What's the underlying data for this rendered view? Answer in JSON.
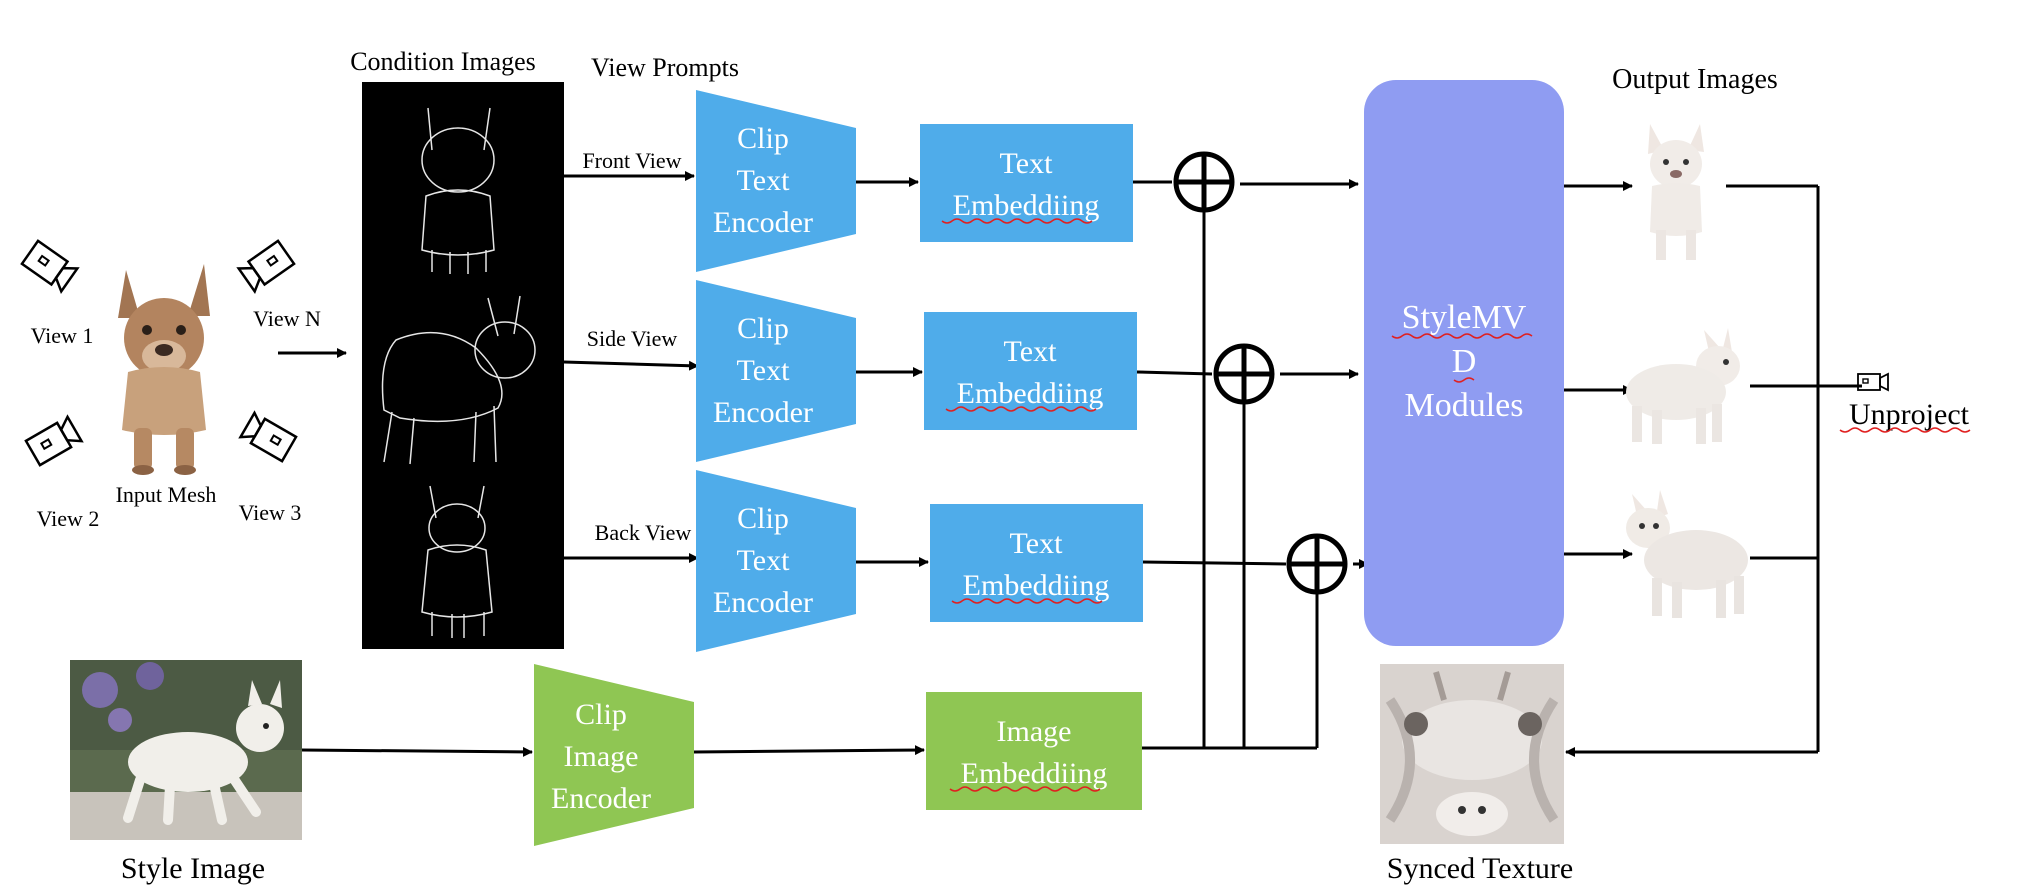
{
  "labels": {
    "condition_images": "Condition Images",
    "view_prompts": "View Prompts",
    "output_images": "Output Images",
    "input_mesh": "Input Mesh",
    "style_image": "Style Image",
    "synced_texture": "Synced Texture",
    "unproject": "Unproject"
  },
  "cameras": [
    {
      "label": "View 1"
    },
    {
      "label": "View N"
    },
    {
      "label": "View 2"
    },
    {
      "label": "View 3"
    }
  ],
  "prompts": [
    {
      "view": "Front View",
      "encoder": [
        "Clip",
        "Text",
        "Encoder"
      ],
      "embedding": [
        "Text",
        "Embeddiing"
      ]
    },
    {
      "view": "Side View",
      "encoder": [
        "Clip",
        "Text",
        "Encoder"
      ],
      "embedding": [
        "Text",
        "Embeddiing"
      ]
    },
    {
      "view": "Back View",
      "encoder": [
        "Clip",
        "Text",
        "Encoder"
      ],
      "embedding": [
        "Text",
        "Embeddiing"
      ]
    }
  ],
  "image_branch": {
    "encoder": [
      "Clip",
      "Image",
      "Encoder"
    ],
    "embedding": [
      "Image",
      "Embeddiing"
    ]
  },
  "module": [
    "StyleMV",
    "D",
    "Modules"
  ],
  "colors": {
    "text_block": "#4facea",
    "image_block": "#8fc653",
    "module_block": "#8f9cf2",
    "condition_bg": "#000000",
    "misspell_underline": "#e02020"
  }
}
